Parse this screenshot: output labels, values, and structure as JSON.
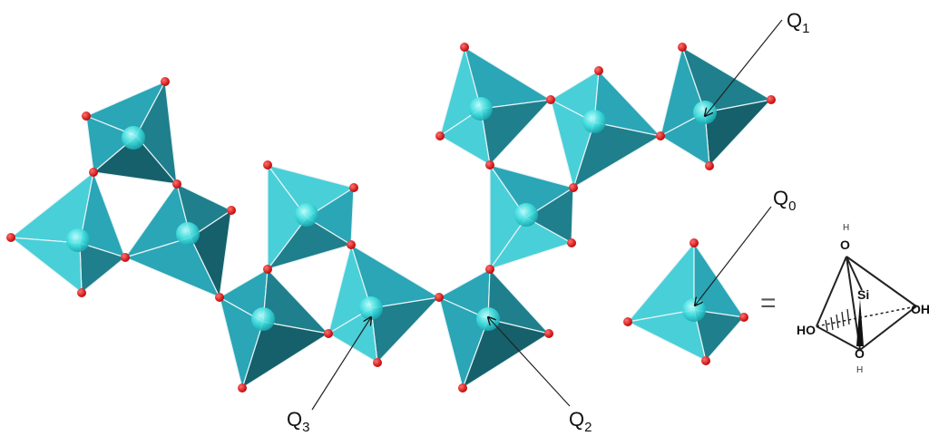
{
  "labels": {
    "q0": {
      "letter": "Q",
      "sub": "0"
    },
    "q1": {
      "letter": "Q",
      "sub": "1"
    },
    "q2": {
      "letter": "Q",
      "sub": "2"
    },
    "q3": {
      "letter": "Q",
      "sub": "3"
    }
  },
  "equals_sign": "=",
  "molecule": {
    "center_atom": "Si",
    "oxygen": "O",
    "hydrogen": "H",
    "ho_left": "HO",
    "oh_right": "OH"
  },
  "colors": {
    "tetra_dark": "#1f7f8c",
    "tetra_mid": "#2aa6b6",
    "tetra_light": "#49cfd8",
    "silicon": "#45e0e0",
    "oxygen_atom": "#e01010"
  }
}
